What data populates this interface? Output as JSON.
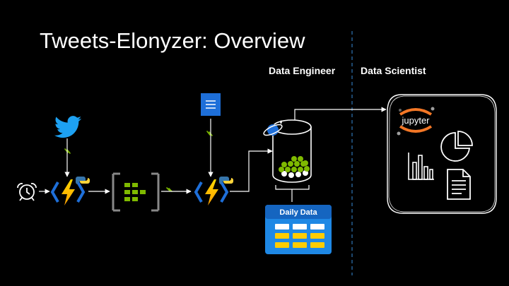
{
  "title": "Tweets-Elonyzer: Overview",
  "roles": {
    "left": "Data Engineer",
    "right": "Data Scientist"
  },
  "storage": {
    "daily_data_label": "Daily Data"
  },
  "jupyter": {
    "label": "jupyter"
  },
  "icons": {
    "trigger": "alarm-clock-icon",
    "source": "twitter-icon",
    "function": "azure-function-icon",
    "queue": "event-hub-icon",
    "config": "document-icon",
    "database": "cosmos-db-icon",
    "notebook": "jupyter-icon",
    "chart1": "bar-chart-icon",
    "chart2": "pie-chart-icon",
    "report": "report-icon"
  },
  "colors": {
    "background": "#000000",
    "function_blue": "#1e6fd9",
    "bolt_yellow": "#ffcc00",
    "queue_green": "#7fba00",
    "divider_blue": "#2f75b5",
    "tile_blue": "#1e88e5",
    "tile_yellow": "#ffcc00",
    "jupyter_orange": "#f37726"
  }
}
